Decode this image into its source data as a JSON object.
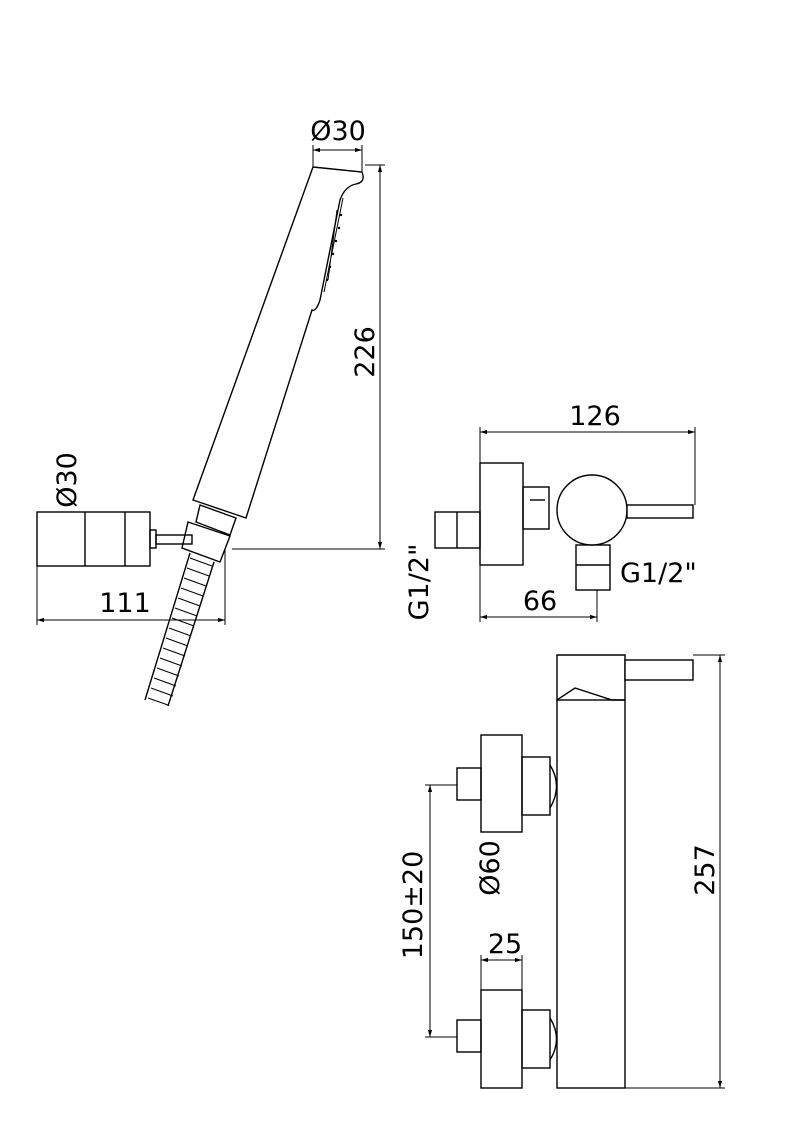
{
  "drawing": {
    "hand_shower": {
      "diameter_label": "Ø30",
      "height_label": "226"
    },
    "wall_holder": {
      "diameter_label": "Ø30",
      "length_label": "111"
    },
    "top_view": {
      "width_label": "126",
      "outlet_label": "G1/2\"",
      "inlet_label": "G1/2\"",
      "offset_label": "66"
    },
    "front_view": {
      "height_label": "257",
      "centers_label": "150±20",
      "flange_label": "Ø60",
      "depth_label": "25"
    }
  }
}
